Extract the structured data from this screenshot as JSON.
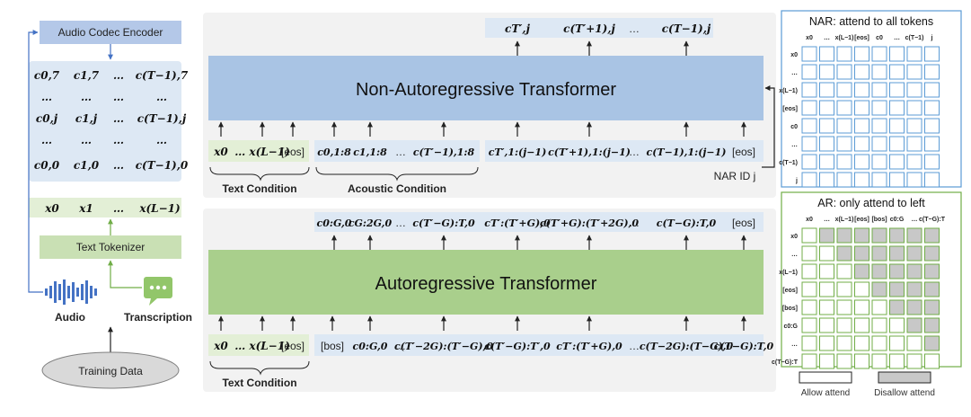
{
  "left_panel": {
    "encoder_title": "Audio Codec Encoder",
    "codec_grid": [
      [
        "c0,7",
        "c1,7",
        "…",
        "c(T−1),7"
      ],
      [
        "…",
        "…",
        "…",
        "…"
      ],
      [
        "c0,j",
        "c1,j",
        "…",
        "c(T−1),j"
      ],
      [
        "…",
        "…",
        "…",
        "…"
      ],
      [
        "c0,0",
        "c1,0",
        "…",
        "c(T−1),0"
      ]
    ],
    "text_tokens": [
      "x0",
      "x1",
      "…",
      "x(L−1)"
    ],
    "tokenizer_label": "Text Tokenizer",
    "audio_label": "Audio",
    "transcription_label": "Transcription",
    "training_data_label": "Training Data"
  },
  "nar": {
    "title": "Non-Autoregressive Transformer",
    "outputs": [
      "cT′,j",
      "c(T′+1),j",
      "…",
      "c(T−1),j"
    ],
    "text_inputs": [
      "x0",
      "… x(L−1)",
      "[eos]"
    ],
    "acoustic_inputs": [
      "c0,1:8",
      "c1,1:8",
      "…",
      "c(T′−1),1:8"
    ],
    "target_inputs": [
      "cT′,1:(j−1)",
      "c(T′+1),1:(j−1)",
      "…",
      "c(T−1),1:(j−1)",
      "[eos]"
    ],
    "text_condition_label": "Text Condition",
    "acoustic_condition_label": "Acoustic Condition",
    "nar_id_label": "NAR ID j"
  },
  "ar": {
    "title": "Autoregressive Transformer",
    "outputs": [
      "c0:G,0",
      "cG:2G,0",
      "…",
      "c(T′−G):T,0",
      "cT′:(T′+G),0",
      "c(T′+G):(T′+2G),0",
      "…",
      "c(T−G):T,0",
      "[eos]"
    ],
    "text_inputs": [
      "x0",
      "… x(L−1)",
      "[eos]"
    ],
    "inputs": [
      "[bos]",
      "c0:G,0",
      "…",
      "c(T′−2G):(T′−G),0",
      "c(T′−G):T′,0",
      "cT′:(T′+G),0",
      "…",
      "c(T−2G):(T−G),0",
      "c(T−G):T,0"
    ],
    "text_condition_label": "Text Condition"
  },
  "nar_mask": {
    "title": "NAR: attend to all tokens",
    "col_headers": [
      "x0",
      "…",
      "x(L−1)",
      "[eos]",
      "c0",
      "…",
      "c(T−1)",
      "j"
    ],
    "row_headers": [
      "x0",
      "…",
      "x(L−1)",
      "[eos]",
      "c0",
      "…",
      "c(T−1)",
      "j"
    ],
    "size": 8,
    "disallowed": []
  },
  "ar_mask": {
    "title": "AR: only attend to left",
    "col_headers": [
      "x0",
      "…",
      "x(L−1)",
      "[eos]",
      "[bos]",
      "c0:G",
      "…",
      "c(T−G):T"
    ],
    "row_headers": [
      "x0",
      "…",
      "x(L−1)",
      "[eos]",
      "[bos]",
      "c0:G",
      "…",
      "c(T−G):T"
    ],
    "size": 8,
    "disallowed": [
      [
        0,
        1
      ],
      [
        0,
        2
      ],
      [
        0,
        3
      ],
      [
        0,
        4
      ],
      [
        0,
        5
      ],
      [
        0,
        6
      ],
      [
        0,
        7
      ],
      [
        1,
        2
      ],
      [
        1,
        3
      ],
      [
        1,
        4
      ],
      [
        1,
        5
      ],
      [
        1,
        6
      ],
      [
        1,
        7
      ],
      [
        2,
        3
      ],
      [
        2,
        4
      ],
      [
        2,
        5
      ],
      [
        2,
        6
      ],
      [
        2,
        7
      ],
      [
        3,
        4
      ],
      [
        3,
        5
      ],
      [
        3,
        6
      ],
      [
        3,
        7
      ],
      [
        4,
        5
      ],
      [
        4,
        6
      ],
      [
        4,
        7
      ],
      [
        5,
        6
      ],
      [
        5,
        7
      ],
      [
        6,
        7
      ]
    ]
  },
  "legend": {
    "allow_label": "Allow attend",
    "disallow_label": "Disallow attend"
  },
  "colors": {
    "nar_blue": "#a9c4e4",
    "ar_green": "#a9cf8c",
    "token_blue": "#dde8f4",
    "token_green": "#e3efd6",
    "encoder_blue": "#b4c8e8",
    "panel_gray": "#f2f2f2",
    "mask_blue_border": "#5b9bd5",
    "mask_green_border": "#70ad47",
    "disallow_gray": "#c8c8c8"
  }
}
